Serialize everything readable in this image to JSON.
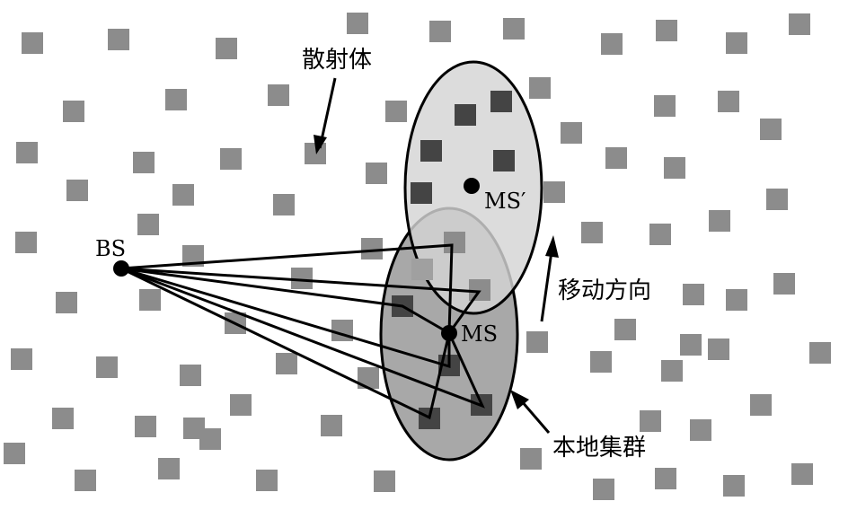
{
  "labels": {
    "scatterer": "散射体",
    "bs": "BS",
    "ms": "MS",
    "ms_prime": "MS′",
    "direction": "移动方向",
    "local_cluster": "本地集群"
  },
  "colors": {
    "background": "#ffffff",
    "scatterer": "#8c8c8c",
    "scatterer_dark": "#444444",
    "cluster_ms": "#a8a8a8",
    "cluster_ms_prime": "#d4d4d4",
    "line": "#000000"
  }
}
